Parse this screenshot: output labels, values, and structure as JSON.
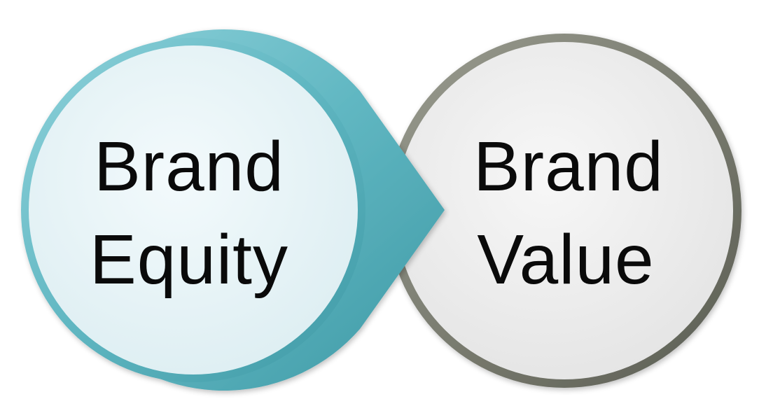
{
  "diagram": {
    "left_node": {
      "line1": "Brand",
      "line2": "Equity"
    },
    "right_node": {
      "line1": "Brand",
      "line2": "Value"
    },
    "colors": {
      "left_ring": "#63b9c4",
      "left_fill": "#e9f4f7",
      "right_ring": "#7b7d71",
      "right_fill": "#ededed",
      "text": "#0a0a0a",
      "background": "#ffffff"
    }
  }
}
